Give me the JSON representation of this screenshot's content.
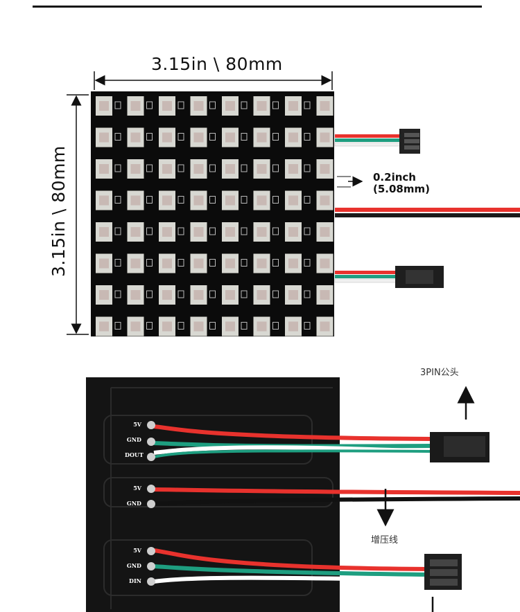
{
  "dimension_top": "3.15in \\ 80mm",
  "dimension_side": "3.15in \\ 80mm",
  "pitch": {
    "line1": "0.2inch",
    "line2": "(5.08mm)"
  },
  "connector_label": "3PIN公头",
  "boost_label": "增压线",
  "back_pads": {
    "top": [
      "5V",
      "GND",
      "DOUT"
    ],
    "middle": [
      "5V",
      "GND"
    ],
    "bottom": [
      "5V",
      "GND",
      "DIN"
    ]
  },
  "colors": {
    "red_wire": "#e8322d",
    "green_wire": "#1e9e80",
    "white_wire": "#f2f2f2",
    "black_wire": "#111111",
    "board": "#0d0d0d",
    "led_body": "#d8d8d2"
  }
}
